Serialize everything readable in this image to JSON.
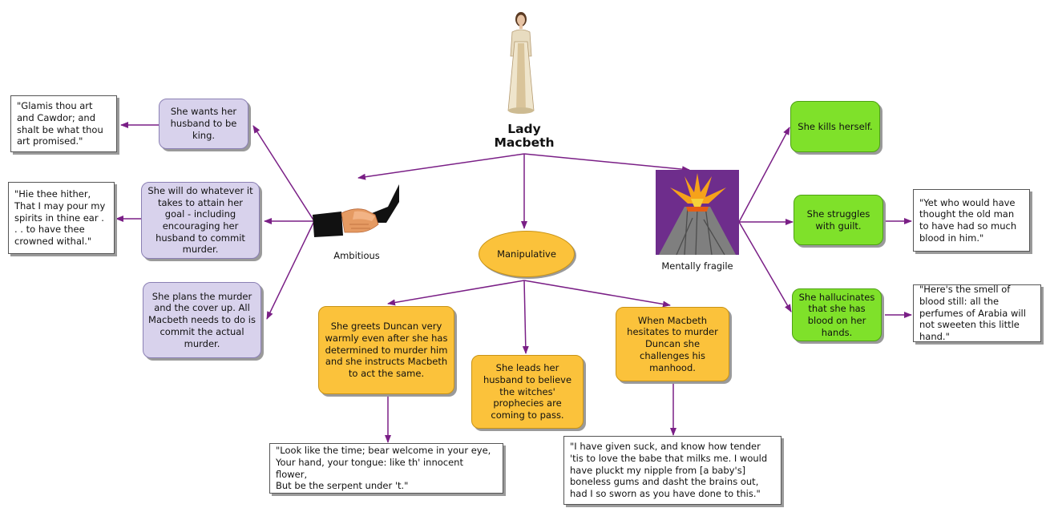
{
  "central": {
    "title_line1": "Lady",
    "title_line2": "Macbeth"
  },
  "traits": {
    "ambitious": "Ambitious",
    "manipulative": "Manipulative",
    "fragile": "Mentally fragile"
  },
  "ambitious_nodes": [
    "She wants her husband to be king.",
    "She will do whatever it takes to attain her goal - including encouraging her husband to commit murder.",
    "She plans the murder and the cover up. All Macbeth needs to do is commit the actual murder."
  ],
  "ambitious_quotes": [
    "\"Glamis thou art and Cawdor; and shalt be what thou art promised.\"",
    "\"Hie thee hither,\nThat I may pour my spirits in thine ear . . . to have thee crowned withal.\""
  ],
  "manipulative_nodes": [
    "She greets Duncan very warmly even after she has determined to murder him and she instructs Macbeth to act the same.",
    "She leads her husband to believe the witches' prophecies are coming to pass.",
    "When Macbeth hesitates to murder Duncan she challenges his manhood."
  ],
  "manipulative_quotes": [
    "\"Look like the time; bear welcome in your eye,\nYour hand, your tongue: like th' innocent flower,\nBut be the serpent under 't.\"",
    "\"I have given suck, and know how tender 'tis to love the babe that milks me. I would have pluckt my nipple from [a baby's] boneless gums and dasht the brains out, had I so sworn as you have done to this.\""
  ],
  "fragile_nodes": [
    "She kills herself.",
    "She struggles with guilt.",
    "She hallucinates that she has blood on her hands."
  ],
  "fragile_quotes": [
    "\"Yet who would have thought the old man to have had so much blood in him.\"",
    "\"Here's the smell of blood still: all the perfumes of Arabia will not sweeten this little hand.\""
  ],
  "colors": {
    "arrow": "#7a1f86",
    "lavender": "#d8d2ec",
    "gold": "#fbc23b",
    "green": "#7fe12a"
  },
  "icons": {
    "central": "lady-macbeth-figure-icon",
    "ambitious": "handshake-icon",
    "fragile": "volcano-icon"
  }
}
